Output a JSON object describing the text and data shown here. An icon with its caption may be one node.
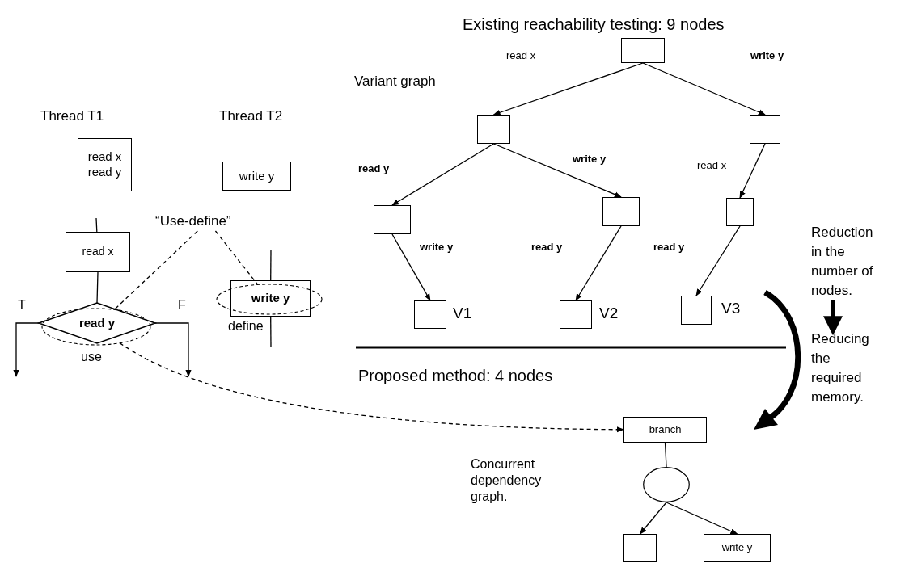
{
  "diagram": {
    "nodes": [
      {
        "text": [
          "read x read y"
        ]
      },
      {
        "text": [
          "write y"
        ]
      },
      {
        "text": [
          "read x"
        ]
      },
      {
        "text": [
          "read y"
        ]
      },
      {
        "text": [
          "write y"
        ]
      },
      {
        "text": [
          "“Use-define”"
        ]
      },
      {
        "text": [],
        "shape": "box"
      },
      {
        "text": [],
        "shape": "box"
      },
      {
        "text": [],
        "shape": "box"
      },
      {
        "text": [],
        "shape": "box"
      },
      {
        "text": [],
        "shape": "box"
      },
      {
        "text": [],
        "shape": "box"
      },
      {
        "text": [],
        "shape": "box",
        "beside": [
          "V1"
        ]
      },
      {
        "text": [],
        "shape": "box",
        "beside": [
          "V2"
        ]
      },
      {
        "text": [],
        "shape": "box",
        "beside": [
          "V3"
        ]
      },
      {
        "text": [
          "Reduction in the number of nodes."
        ]
      },
      {
        "text": [
          "Reducing the required memory."
        ]
      },
      {
        "text": [
          "branch"
        ]
      },
      {
        "text": [],
        "shape": "circle"
      },
      {
        "text": [],
        "shape": "box"
      },
      {
        "text": [
          "write y"
        ]
      }
    ],
    "edges": [
      {
        "from": null,
        "to": 2,
        "arrow": "none"
      },
      {
        "from": 2,
        "to": 3,
        "arrow": "none"
      },
      {
        "from": 3,
        "to": null,
        "arrow": "to"
      },
      {
        "from": 3,
        "to": null,
        "arrow": "to"
      },
      {
        "from": null,
        "to": 4,
        "arrow": "none"
      },
      {
        "from": 4,
        "to": null,
        "arrow": "none"
      },
      {
        "from": 5,
        "to": 3,
        "arrow": "none",
        "style": "dashed"
      },
      {
        "from": 5,
        "to": 4,
        "arrow": "none",
        "style": "dashed"
      },
      {
        "from": 3,
        "to": 17,
        "arrow": "to",
        "style": "dashed"
      },
      {
        "from": 6,
        "to": 7,
        "arrow": "to",
        "label": "read x"
      },
      {
        "from": 6,
        "to": 8,
        "arrow": "to",
        "label": "write y"
      },
      {
        "from": 7,
        "to": 9,
        "arrow": "to",
        "label": "read y"
      },
      {
        "from": 7,
        "to": 10,
        "arrow": "to",
        "label": "write y"
      },
      {
        "from": 8,
        "to": 11,
        "arrow": "to",
        "label": "read x"
      },
      {
        "from": 9,
        "to": 12,
        "arrow": "to",
        "label": "write y"
      },
      {
        "from": 10,
        "to": 13,
        "arrow": "to",
        "label": "read y"
      },
      {
        "from": 11,
        "to": 14,
        "arrow": "to",
        "label": "read y"
      },
      {
        "from": 15,
        "to": 16,
        "arrow": "to",
        "style": "thick"
      },
      {
        "from": 17,
        "to": 18,
        "arrow": "none"
      },
      {
        "from": 18,
        "to": 19,
        "arrow": "to"
      },
      {
        "from": 18,
        "to": 20,
        "arrow": "to"
      }
    ],
    "labels": [
      "Existing reachability testing: 9 nodes",
      "Variant graph",
      "Thread T1",
      "Thread T2",
      "T",
      "F",
      "define",
      "use",
      "Proposed method: 4 nodes",
      "Concurrent dependency graph."
    ]
  }
}
